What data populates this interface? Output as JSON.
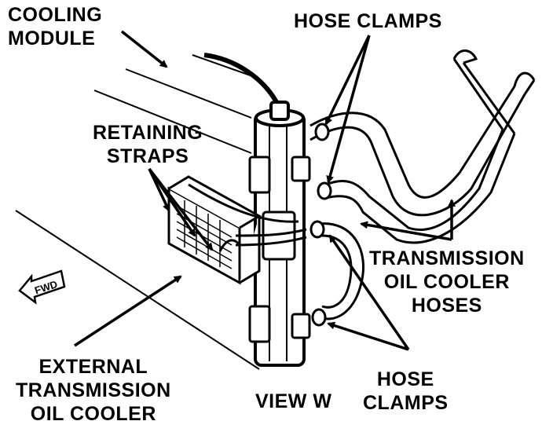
{
  "labels": {
    "cooling_module": [
      "COOLING",
      "MODULE"
    ],
    "hose_clamps_top": "HOSE CLAMPS",
    "retaining_straps": [
      "RETAINING",
      "STRAPS"
    ],
    "transmission_hoses": [
      "TRANSMISSION",
      "OIL COOLER",
      "HOSES"
    ],
    "external_cooler": [
      "EXTERNAL",
      "TRANSMISSION",
      "OIL COOLER"
    ],
    "view": "VIEW W",
    "hose_clamps_bottom": [
      "HOSE",
      "CLAMPS"
    ],
    "fwd": "FWD"
  }
}
